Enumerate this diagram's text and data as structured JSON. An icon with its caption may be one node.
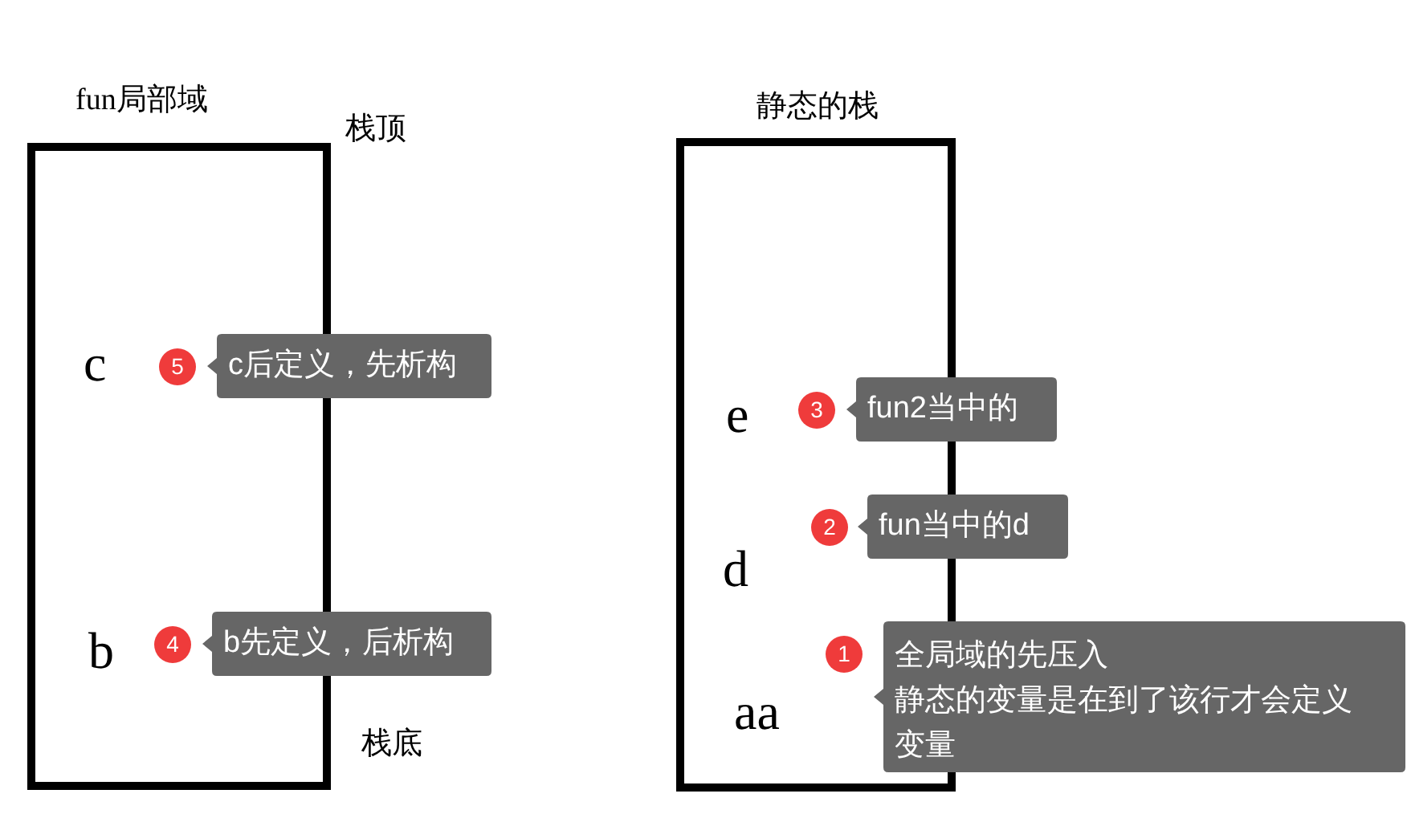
{
  "diagram": {
    "nodes": [
      {
        "text": [
          "fun局部域"
        ]
      },
      {
        "text": [
          "5"
        ],
        "in": 0
      },
      {
        "text": [
          "c后定义，先析构"
        ]
      },
      {
        "text": [
          "4"
        ],
        "in": 0
      },
      {
        "text": [
          "b先定义，后析构"
        ]
      },
      {
        "text": [
          "静态的栈"
        ]
      },
      {
        "text": [
          "3"
        ],
        "in": 5
      },
      {
        "text": [
          "fun2当中的"
        ]
      },
      {
        "text": [
          "2"
        ],
        "in": 5
      },
      {
        "text": [
          "fun当中的d"
        ]
      },
      {
        "text": [
          "1"
        ],
        "in": 5
      },
      {
        "text": [
          "全局域的先压入",
          "静态的变量是在到了该行才会定义变量"
        ]
      }
    ],
    "labels": [
      "栈顶",
      "c",
      "b",
      "栈底",
      "e",
      "d",
      "aa"
    ]
  }
}
